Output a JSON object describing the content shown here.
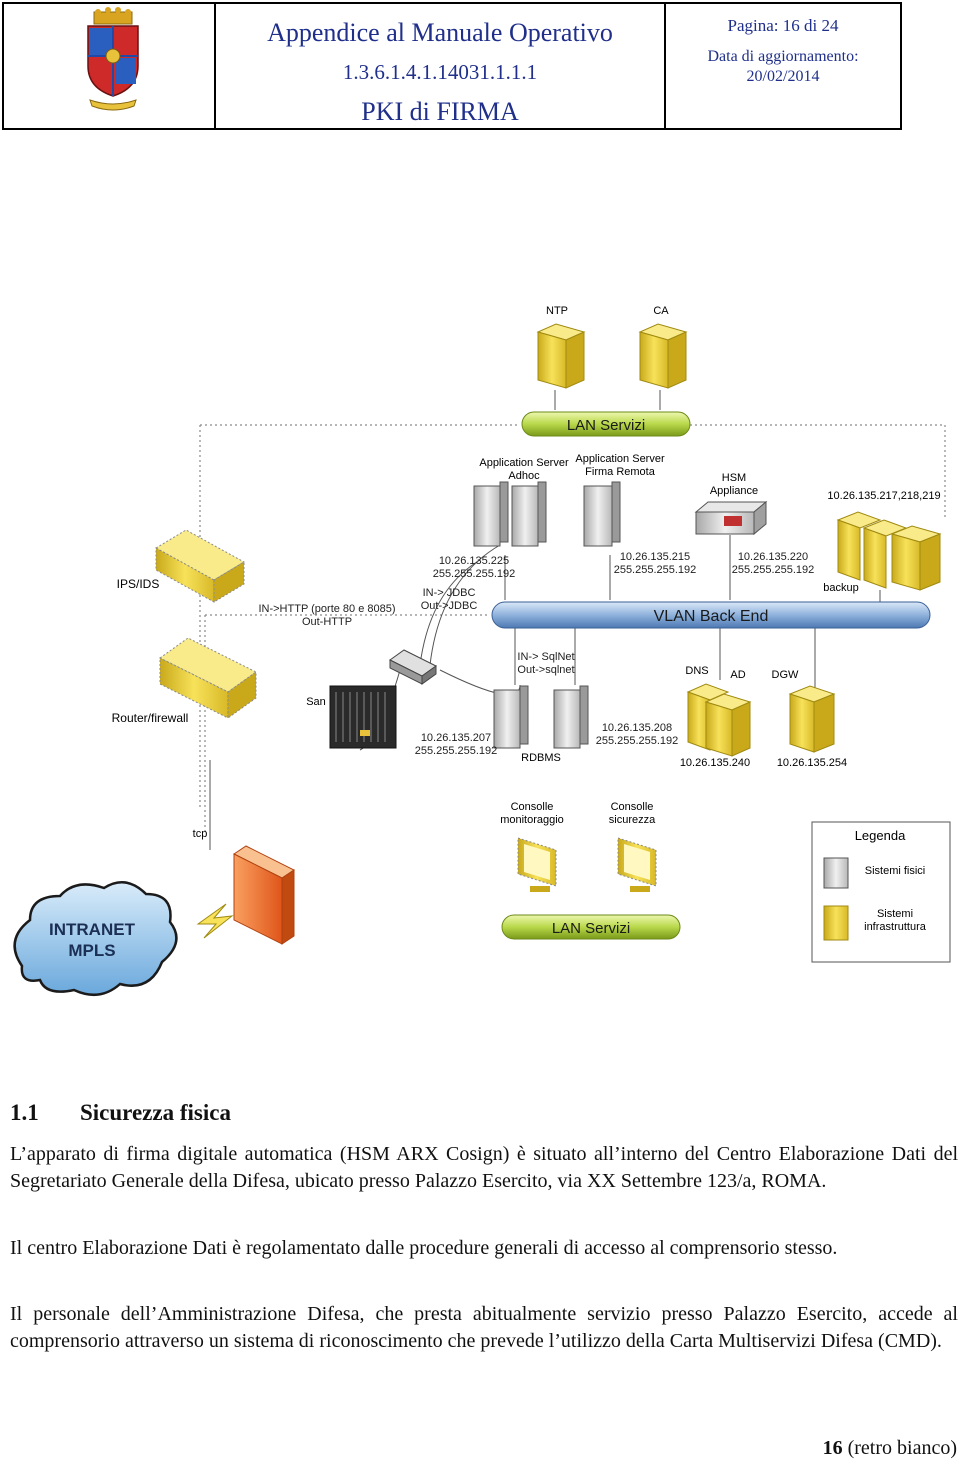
{
  "header": {
    "title": "Appendice al Manuale Operativo",
    "oid": "1.3.6.1.4.1.14031.1.1.1",
    "subtitle": "PKI di FIRMA",
    "page_label": "Pagina: 16 di 24",
    "update_label": "Data di aggiornamento:",
    "update_date": "20/02/2014",
    "emblem_icon": "army-crest-icon"
  },
  "diagram": {
    "ntp": "NTP",
    "ca": "CA",
    "lan_servizi_top": "LAN Servizi",
    "app_server_adhoc_line1": "Application Server",
    "app_server_adhoc_line2": "Adhoc",
    "app_server_firma_line1": "Application Server",
    "app_server_firma_line2": "Firma Remota",
    "hsm_line1": "HSM",
    "hsm_line2": "Appliance",
    "ip_backup_group": "10.26.135.217,218,219",
    "backup": "backup",
    "ips_ids": "IPS/IDS",
    "ip_adhoc_1": "10.26.135.225",
    "ip_adhoc_2": "255.255.255.192",
    "ip_firma_1": "10.26.135.215",
    "ip_firma_2": "255.255.255.192",
    "ip_hsm_1": "10.26.135.220",
    "ip_hsm_2": "255.255.255.192",
    "http_rule_1": "IN->HTTP (porte 80 e 8085)",
    "http_rule_2": "Out-HTTP",
    "jdbc_rule_1": "IN-> JDBC",
    "jdbc_rule_2": "Out->JDBC",
    "vlan_back_end": "VLAN Back End",
    "sqlnet_rule_1": "IN-> SqlNet",
    "sqlnet_rule_2": "Out->sqlnet",
    "dns": "DNS",
    "ad": "AD",
    "dgw": "DGW",
    "router_firewall": "Router/firewall",
    "san": "San",
    "ip_rdbms1_1": "10.26.135.207",
    "ip_rdbms1_2": "255.255.255.192",
    "ip_rdbms2_1": "10.26.135.208",
    "ip_rdbms2_2": "255.255.255.192",
    "rdbms": "RDBMS",
    "ip_dns_ad": "10.26.135.240",
    "ip_dgw": "10.26.135.254",
    "consolle_mon_1": "Consolle",
    "consolle_mon_2": "monitoraggio",
    "consolle_sic_1": "Consolle",
    "consolle_sic_2": "sicurezza",
    "tcp": "tcp",
    "legend_title": "Legenda",
    "legend_physical": "Sistemi fisici",
    "legend_infra_1": "Sistemi",
    "legend_infra_2": "infrastruttura",
    "lan_servizi_bottom": "LAN Servizi",
    "intranet_1": "INTRANET",
    "intranet_2": "MPLS",
    "colors": {
      "server_yellow": "#f2d93a",
      "server_grey": "#d9d9d9",
      "lan_green": "#c8e05a",
      "vlan_blue": "#7ea7d6",
      "firewall_orange": "#f07a2a",
      "cloud_blue": "#8fc1e8"
    }
  },
  "section": {
    "number": "1.1",
    "title": "Sicurezza fisica"
  },
  "paragraphs": [
    "L’apparato di firma digitale automatica (HSM ARX Cosign) è situato all’interno del Centro Elaborazione Dati del Segretariato Generale della Difesa, ubicato presso Palazzo Esercito, via XX Settembre 123/a, ROMA.",
    "Il centro Elaborazione Dati è regolamentato dalle procedure generali di accesso al comprensorio stesso.",
    "Il personale dell’Amministrazione Difesa, che presta abitualmente servizio presso Palazzo Esercito, accede al comprensorio attraverso un sistema di riconoscimento che prevede l’utilizzo della Carta Multiservizi Difesa (CMD)."
  ],
  "footer": {
    "page_number": "16",
    "note": "(retro bianco)"
  }
}
